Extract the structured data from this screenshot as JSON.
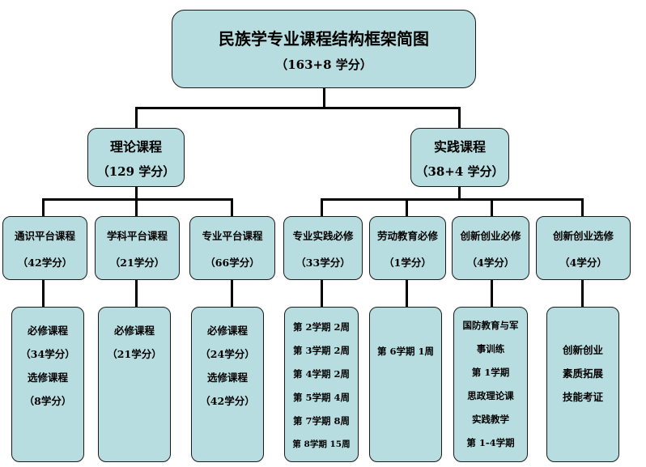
{
  "root": {
    "title": "民族学专业课程结构框架简图",
    "credits": "（163+8 学分）"
  },
  "theory": {
    "title": "理论课程",
    "credits": "（129 学分）",
    "platforms": [
      {
        "title": "通识平台课程",
        "credits": "（42学分）",
        "details": [
          "必修课程",
          "（34学分）",
          "选修课程",
          "（8学分）"
        ]
      },
      {
        "title": "学科平台课程",
        "credits": "（21学分）",
        "details": [
          "必修课程",
          "（21学分）"
        ]
      },
      {
        "title": "专业平台课程",
        "credits": "（66学分）",
        "details": [
          "必修课程",
          "（24学分）",
          "选修课程",
          "（42学分）"
        ]
      }
    ]
  },
  "practice": {
    "title": "实践课程",
    "credits": "（38+4 学分）",
    "modules": [
      {
        "title": "专业实践必修",
        "credits": "（33学分）",
        "details": [
          "第 2学期 2周",
          "第 3学期 2周",
          "第 4学期 2周",
          "第 5学期 4周",
          "第 7学期 8周",
          "第 8学期 15周"
        ]
      },
      {
        "title": "劳动教育必修",
        "credits": "（1学分）",
        "details": [
          "第 6学期 1周"
        ]
      },
      {
        "title": "创新创业必修",
        "credits": "（4学分）",
        "details": [
          "国防教育与军",
          "事训练",
          "第 1学期",
          "思政理论课",
          "实践教学",
          "第 1-4学期"
        ]
      },
      {
        "title": "创新创业选修",
        "credits": "（4学分）",
        "details": [
          "创新创业",
          "素质拓展",
          "技能考证"
        ]
      }
    ]
  }
}
